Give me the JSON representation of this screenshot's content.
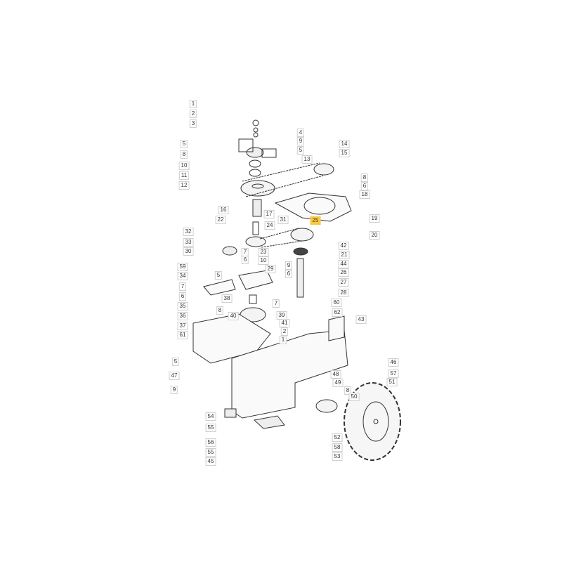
{
  "diagram": {
    "type": "exploded parts diagram",
    "highlight_color": "#f7c948",
    "line_color": "#333333",
    "highlighted_part": "25",
    "part_labels": [
      "1",
      "2",
      "3",
      "5",
      "8",
      "10",
      "11",
      "12",
      "4",
      "9",
      "5",
      "13",
      "14",
      "15",
      "8",
      "6",
      "18",
      "16",
      "17",
      "22",
      "31",
      "25",
      "24",
      "19",
      "20",
      "42",
      "21",
      "44",
      "26",
      "27",
      "28",
      "32",
      "33",
      "30",
      "7",
      "6",
      "23",
      "10",
      "29",
      "9",
      "6",
      "7",
      "60",
      "39",
      "41",
      "2",
      "1",
      "40",
      "59",
      "34",
      "5",
      "7",
      "6",
      "38",
      "35",
      "8",
      "36",
      "37",
      "61",
      "5",
      "47",
      "9",
      "62",
      "43",
      "48",
      "46",
      "57",
      "49",
      "8",
      "50",
      "51",
      "52",
      "58",
      "53",
      "54",
      "55",
      "56",
      "55",
      "45"
    ]
  }
}
